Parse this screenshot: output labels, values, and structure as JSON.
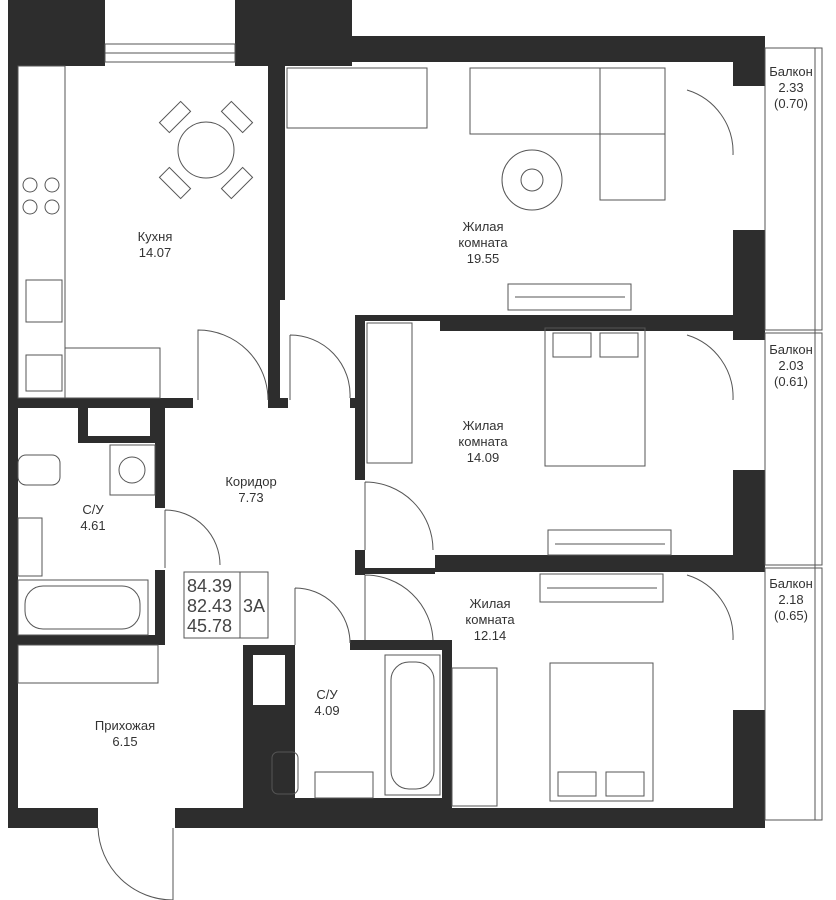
{
  "rooms": [
    {
      "name": "Кухня",
      "area": "14.07"
    },
    {
      "name": "Жилая комната",
      "name1": "Жилая",
      "name2": "комната",
      "area": "19.55"
    },
    {
      "name1": "Жилая",
      "name2": "комната",
      "area": "14.09"
    },
    {
      "name1": "Жилая",
      "name2": "комната",
      "area": "12.14"
    },
    {
      "name": "Коридор",
      "area": "7.73"
    },
    {
      "name": "С/У",
      "area": "4.61"
    },
    {
      "name": "С/У",
      "area": "4.09"
    },
    {
      "name": "Прихожая",
      "area": "6.15"
    }
  ],
  "balconies": [
    {
      "name": "Балкон",
      "area": "2.33",
      "reduced": "(0.70)"
    },
    {
      "name": "Балкон",
      "area": "2.03",
      "reduced": "(0.61)"
    },
    {
      "name": "Балкон",
      "area": "2.18",
      "reduced": "(0.65)"
    }
  ],
  "summary": {
    "total": "84.39",
    "reduced": "82.43",
    "living": "45.78",
    "type": "3A"
  },
  "colors": {
    "wall": "#2d2d2d",
    "line": "#555555"
  }
}
